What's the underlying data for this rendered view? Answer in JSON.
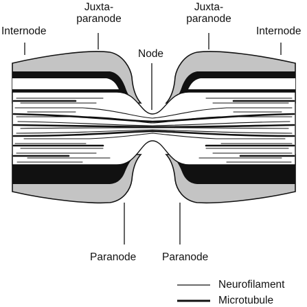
{
  "labels": {
    "internode_left": "Internode",
    "internode_right": "Internode",
    "juxta_left_line1": "Juxta-",
    "juxta_left_line2": "paranode",
    "juxta_right_line1": "Juxta-",
    "juxta_right_line2": "paranode",
    "node": "Node",
    "paranode_left": "Paranode",
    "paranode_right": "Paranode"
  },
  "legend": {
    "neurofilament": "Neurofilament",
    "microtubule": "Microtubule"
  },
  "colors": {
    "myelin_outer": "#c4c4c4",
    "myelin_inner": "#111111",
    "axon": "#ffffff",
    "stroke": "#111111"
  }
}
